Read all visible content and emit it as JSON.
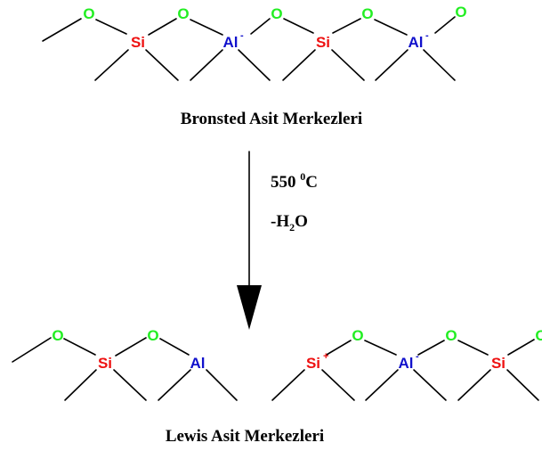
{
  "colors": {
    "O": "#22ee22",
    "Si": "#ee1111",
    "Al": "#1111cc",
    "bond": "#000000",
    "text": "#000000"
  },
  "atoms": {
    "O": "O",
    "Si": "Si",
    "Al": "Al"
  },
  "charges": {
    "plus": "+",
    "minus": "-"
  },
  "top_caption": "Bronsted Asit Merkezleri",
  "bottom_caption": "Lewis Asit Merkezleri",
  "condition_temp": {
    "value": "550 ",
    "sup": "0",
    "unit": "C"
  },
  "condition_water": {
    "prefix": "-H",
    "sub": "2",
    "suffix": "O"
  }
}
